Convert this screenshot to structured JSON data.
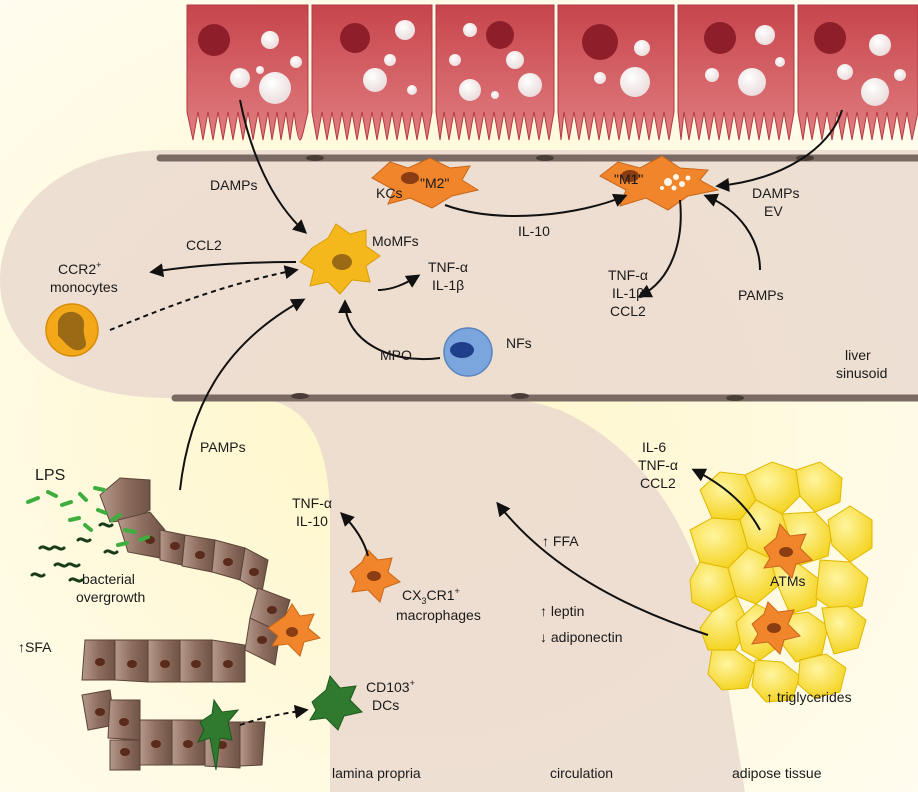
{
  "labels": {
    "damps_left": "DAMPs",
    "kcs": "KCs",
    "m2": "\"M2\"",
    "m1": "\"M1\"",
    "damps_ev_1": "DAMPs",
    "damps_ev_2": "EV",
    "ccl2_top": "CCL2",
    "ccr2_main": "CCR2",
    "ccr2_sup": "+",
    "monocytes": "monocytes",
    "momfs": "MoMFs",
    "momf_out_1": "TNF-α",
    "momf_out_2": "IL-1β",
    "il10_mid": "IL-10",
    "m1_out_1": "TNF-α",
    "m1_out_2": "IL-1β",
    "m1_out_3": "CCL2",
    "pamps_right": "PAMPs",
    "nfs": "NFs",
    "mpo": "MPO",
    "liver_1": "liver",
    "liver_2": "sinusoid",
    "pamps_left": "PAMPs",
    "lps": "LPS",
    "bact_1": "bacterial",
    "bact_2": "overgrowth",
    "sfa": "↑SFA",
    "lp_out_1": "TNF-α",
    "lp_out_2": "IL-10",
    "cx3_a": "CX",
    "cx3_sub": "3",
    "cx3_b": "CR1",
    "cx3_sup": "+",
    "cx3_c": "macrophages",
    "cd103_main": "CD103",
    "cd103_sup": "+",
    "cd103_dcs": "DCs",
    "at_out_1": "IL-6",
    "at_out_2": "TNF-α",
    "at_out_3": "CCL2",
    "ffa": "↑ FFA",
    "leptin": "↑ leptin",
    "adiponectin": "↓ adiponectin",
    "atms": "ATMs",
    "triglycerides": "↑ triglycerides",
    "lamina": "lamina propria",
    "circulation": "circulation",
    "adipose": "adipose tissue"
  },
  "colors": {
    "hepatocyte": "#c9484f",
    "hepatocyte_light": "#e88a8d",
    "vessel": "#e8d7cf",
    "endothelium": "#7a6a63",
    "kupffer": "#f0852c",
    "momf": "#f5b81c",
    "neutrophil": "#7aa6dd",
    "gut_cell": "#8b6a5a",
    "dc": "#2f7a2f",
    "adipocyte": "#f7dc3a",
    "background": "#fdf6d8"
  }
}
